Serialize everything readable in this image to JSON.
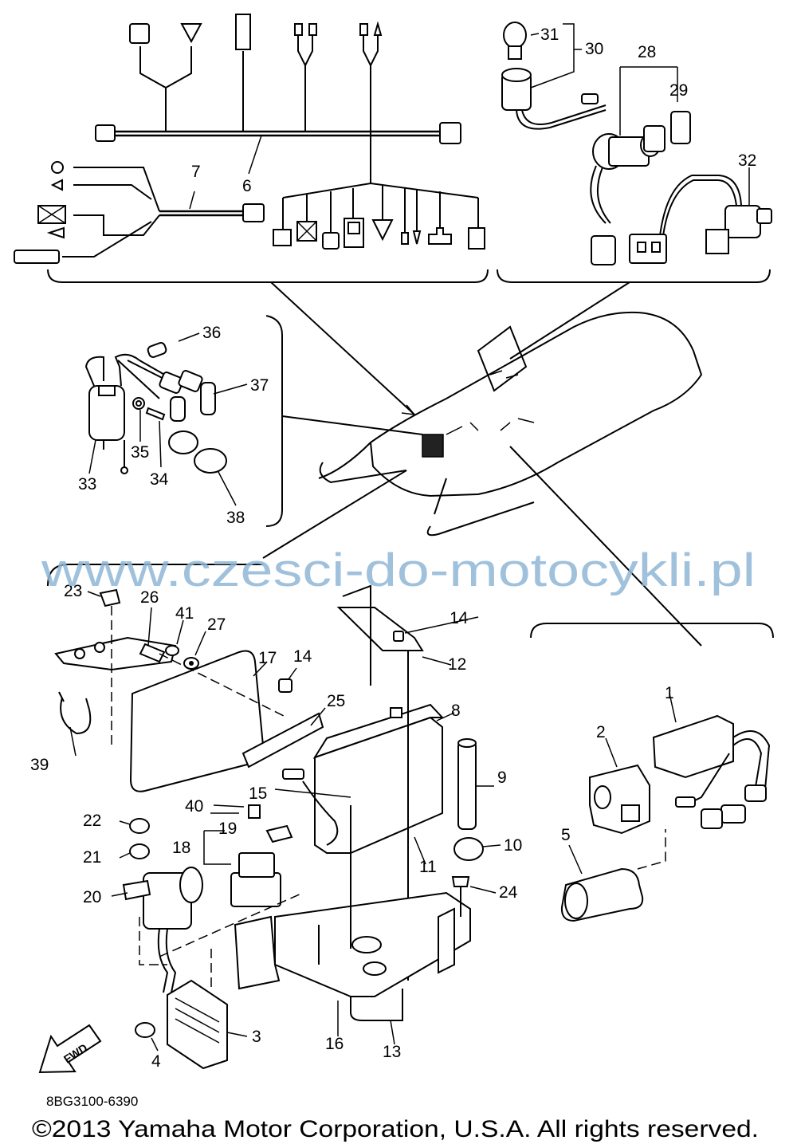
{
  "callouts": [
    {
      "id": "c1",
      "text": "1"
    },
    {
      "id": "c2",
      "text": "2"
    },
    {
      "id": "c3",
      "text": "3"
    },
    {
      "id": "c4",
      "text": "4"
    },
    {
      "id": "c5",
      "text": "5"
    },
    {
      "id": "c6",
      "text": "6"
    },
    {
      "id": "c7",
      "text": "7"
    },
    {
      "id": "c8",
      "text": "8"
    },
    {
      "id": "c9",
      "text": "9"
    },
    {
      "id": "c10",
      "text": "10"
    },
    {
      "id": "c11",
      "text": "11"
    },
    {
      "id": "c12",
      "text": "12"
    },
    {
      "id": "c13",
      "text": "13"
    },
    {
      "id": "c14a",
      "text": "14"
    },
    {
      "id": "c14b",
      "text": "14"
    },
    {
      "id": "c15",
      "text": "15"
    },
    {
      "id": "c16",
      "text": "16"
    },
    {
      "id": "c17",
      "text": "17"
    },
    {
      "id": "c18",
      "text": "18"
    },
    {
      "id": "c19",
      "text": "19"
    },
    {
      "id": "c20",
      "text": "20"
    },
    {
      "id": "c21",
      "text": "21"
    },
    {
      "id": "c22",
      "text": "22"
    },
    {
      "id": "c23",
      "text": "23"
    },
    {
      "id": "c24",
      "text": "24"
    },
    {
      "id": "c25",
      "text": "25"
    },
    {
      "id": "c26",
      "text": "26"
    },
    {
      "id": "c27",
      "text": "27"
    },
    {
      "id": "c28",
      "text": "28"
    },
    {
      "id": "c29",
      "text": "29"
    },
    {
      "id": "c30",
      "text": "30"
    },
    {
      "id": "c31",
      "text": "31"
    },
    {
      "id": "c32",
      "text": "32"
    },
    {
      "id": "c33",
      "text": "33"
    },
    {
      "id": "c34",
      "text": "34"
    },
    {
      "id": "c35",
      "text": "35"
    },
    {
      "id": "c36",
      "text": "36"
    },
    {
      "id": "c37",
      "text": "37"
    },
    {
      "id": "c38",
      "text": "38"
    },
    {
      "id": "c39",
      "text": "39"
    },
    {
      "id": "c40",
      "text": "40"
    },
    {
      "id": "c41",
      "text": "41"
    }
  ],
  "watermark": "www.czesci-do-motocykli.pl",
  "fwd_label": "FWD",
  "diagram_code": "8BG3100-6390",
  "copyright": "©2013 Yamaha Motor Corporation, U.S.A. All rights reserved."
}
